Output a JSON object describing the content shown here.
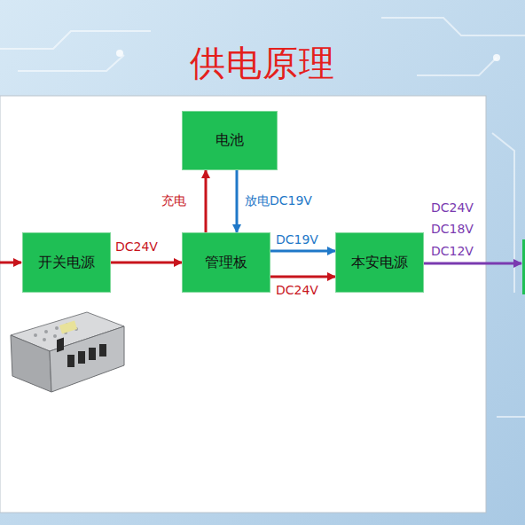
{
  "diagram": {
    "title": "供电原理",
    "nodes": [
      {
        "text": [
          "电池"
        ]
      },
      {
        "text": [
          "开关电源"
        ]
      },
      {
        "text": [
          "管理板"
        ]
      },
      {
        "text": [
          "本安电源"
        ]
      }
    ],
    "edges": [
      {
        "from": 1,
        "to": 2,
        "label": "DC24V",
        "arrow": "to"
      },
      {
        "from": 2,
        "to": 0,
        "label": "充电",
        "arrow": "to"
      },
      {
        "from": 0,
        "to": 2,
        "label": "放电DC19V",
        "arrow": "to"
      },
      {
        "from": 2,
        "to": 3,
        "label": "DC19V",
        "arrow": "to"
      },
      {
        "from": 2,
        "to": 3,
        "label": "DC24V",
        "arrow": "to"
      }
    ],
    "labels": [
      "DC24V",
      "DC18V",
      "DC12V"
    ]
  }
}
